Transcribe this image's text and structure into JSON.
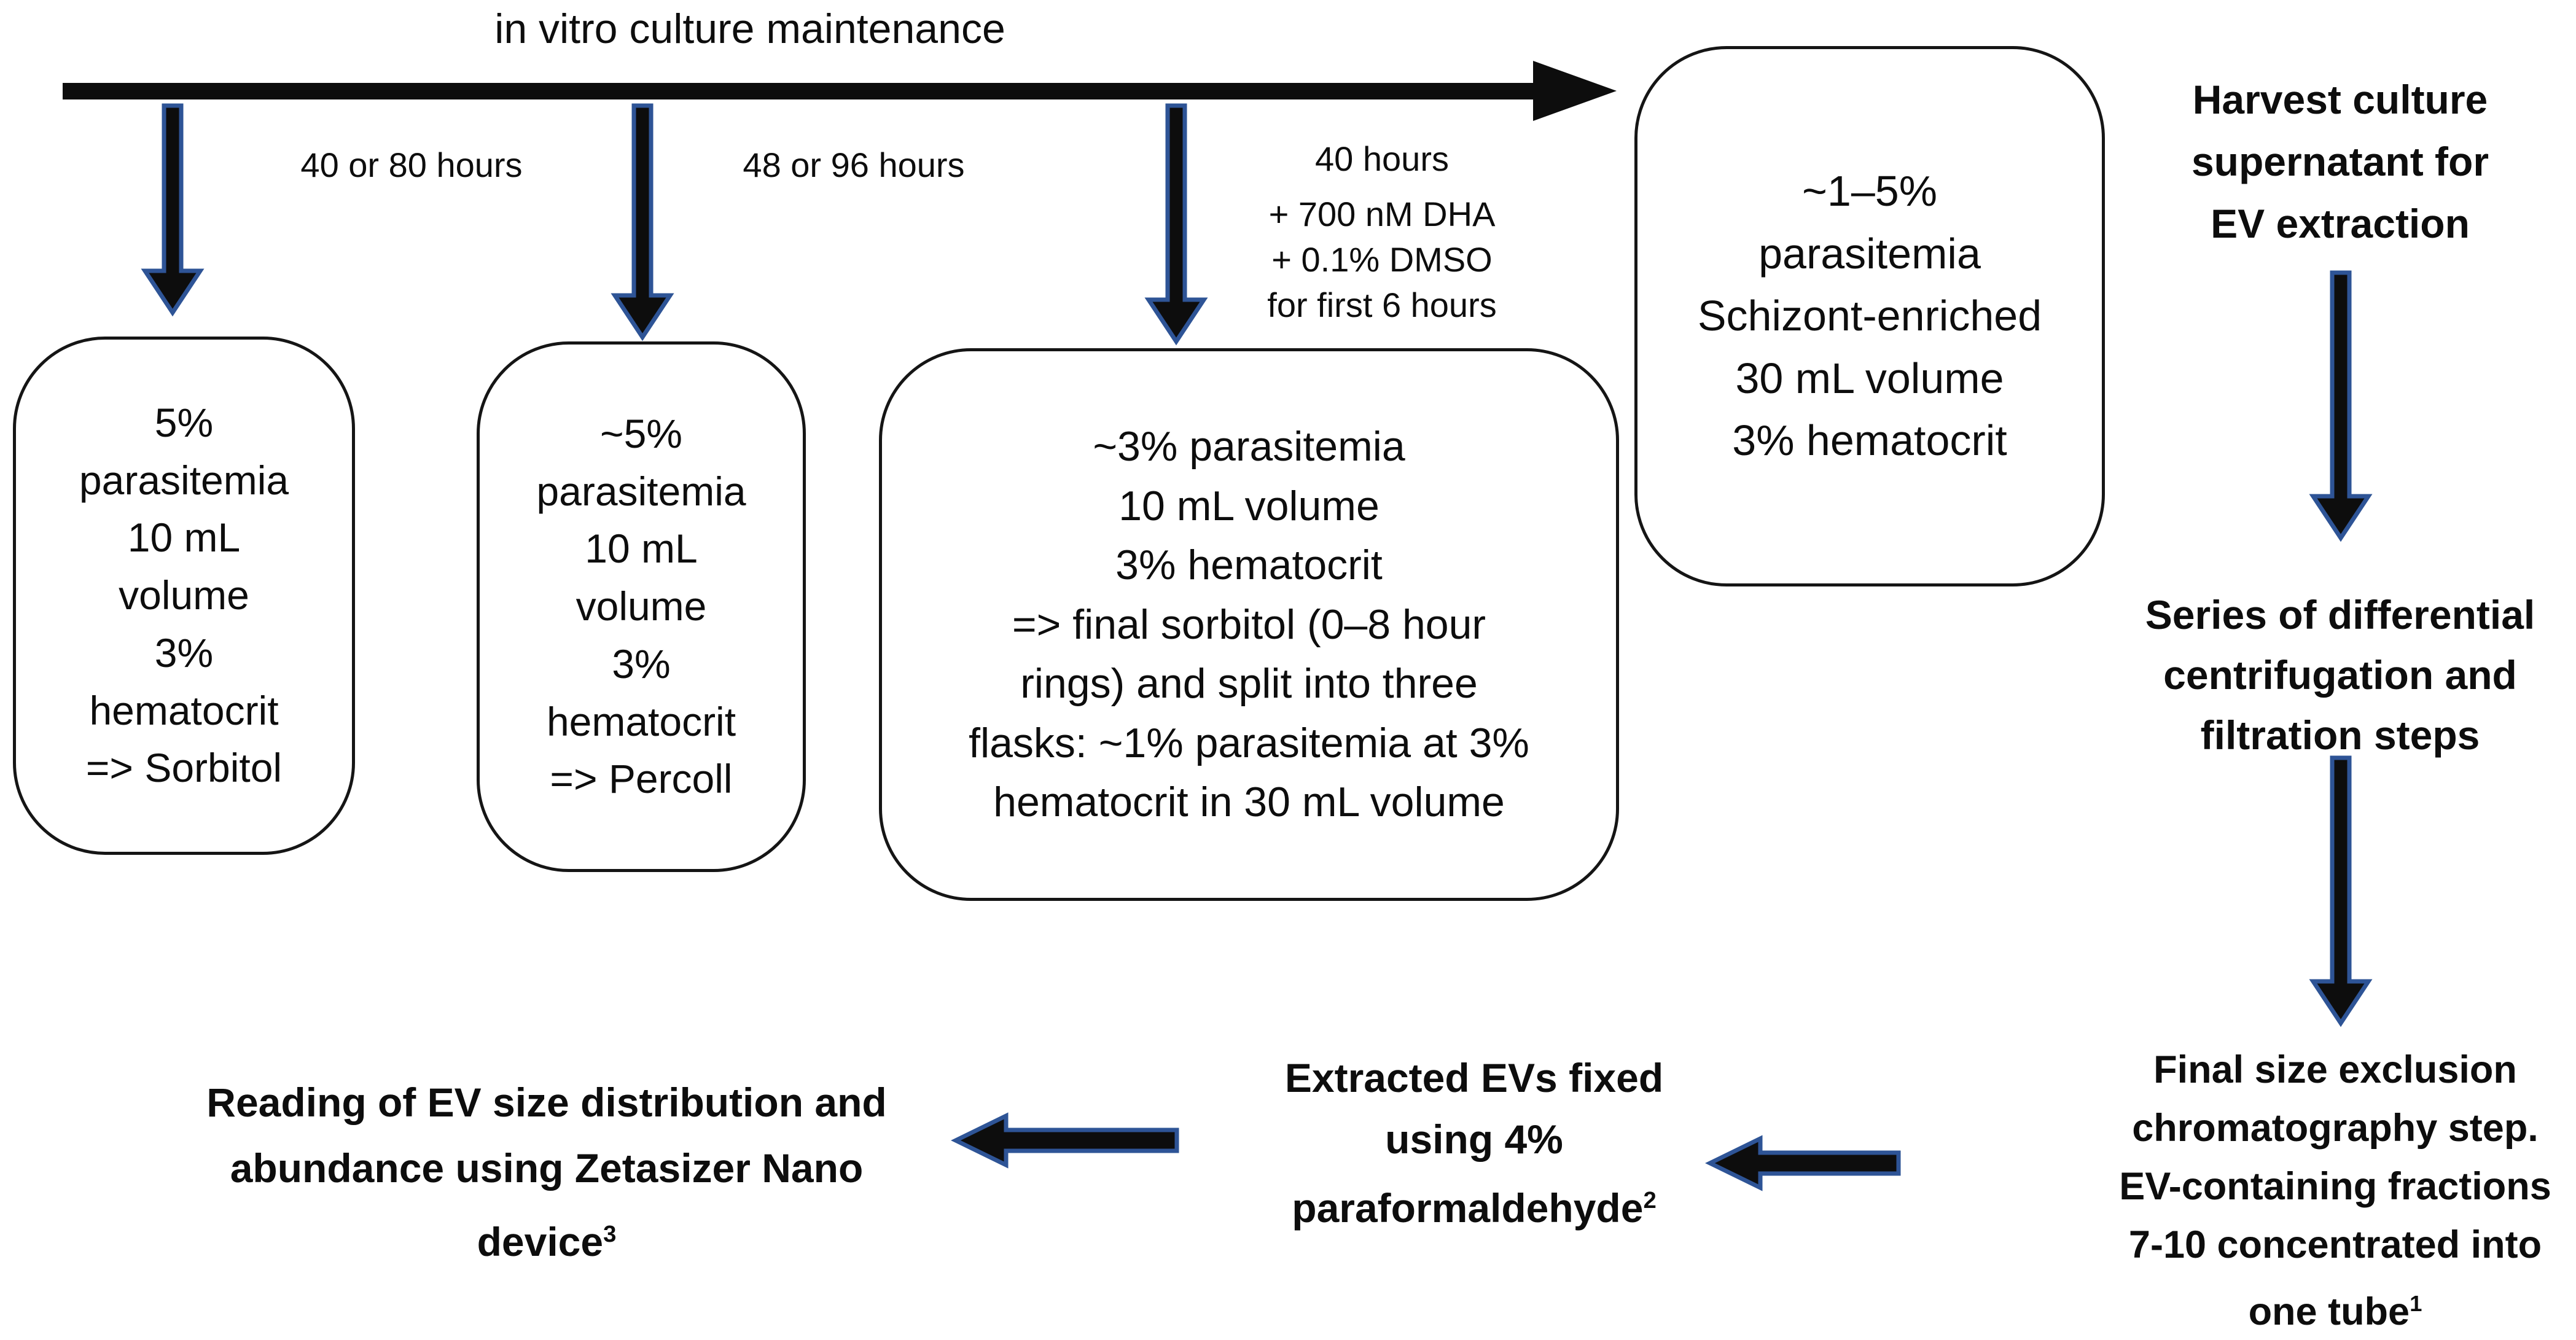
{
  "title": "in vitro culture maintenance",
  "timeline": {
    "tick1_label": "40 or 80 hours",
    "tick2_label": "48 or 96 hours",
    "tick3_lines": [
      "40 hours",
      "+ 700 nM DHA",
      "+ 0.1% DMSO",
      "for first 6 hours"
    ]
  },
  "boxes": {
    "sorbitol": {
      "lines": [
        "5%",
        "parasitemia",
        "10 mL",
        "volume",
        "3%",
        "hematocrit",
        "=> Sorbitol"
      ]
    },
    "percoll": {
      "lines": [
        "~5%",
        "parasitemia",
        "10 mL",
        "volume",
        "3%",
        "hematocrit",
        "=> Percoll"
      ]
    },
    "split": {
      "lines": [
        "~3% parasitemia",
        "10 mL volume",
        "3% hematocrit",
        "=> final sorbitol (0–8 hour",
        "rings) and split into three",
        "flasks: ~1% parasitemia at 3%",
        "hematocrit in 30 mL volume"
      ]
    },
    "schizont": {
      "lines": [
        "~1–5%",
        "parasitemia",
        "Schizont-enriched",
        "30 mL volume",
        "3% hematocrit"
      ]
    }
  },
  "ev_flow": {
    "harvest": {
      "lines": [
        "Harvest culture",
        "supernatant for",
        "EV extraction"
      ]
    },
    "centrifugation": {
      "lines": [
        "Series of differential",
        "centrifugation and",
        "filtration steps"
      ]
    },
    "sec": {
      "lines": [
        "Final size exclusion",
        "chromatography step.",
        "EV-containing fractions",
        "7-10 concentrated into"
      ],
      "last": "one tube",
      "sup": "1"
    },
    "fixation": {
      "lines": [
        "Extracted EVs fixed",
        "using 4%"
      ],
      "last": "paraformaldehyde",
      "sup": "2"
    },
    "reading": {
      "lines": [
        "Reading of EV size distribution and",
        "abundance using Zetasizer Nano"
      ],
      "last": "device",
      "sup": "3"
    }
  },
  "colors": {
    "ink": "#0d0d0d",
    "arrow_outline": "#2e5496",
    "box_border": "#151515",
    "background": "#ffffff"
  }
}
